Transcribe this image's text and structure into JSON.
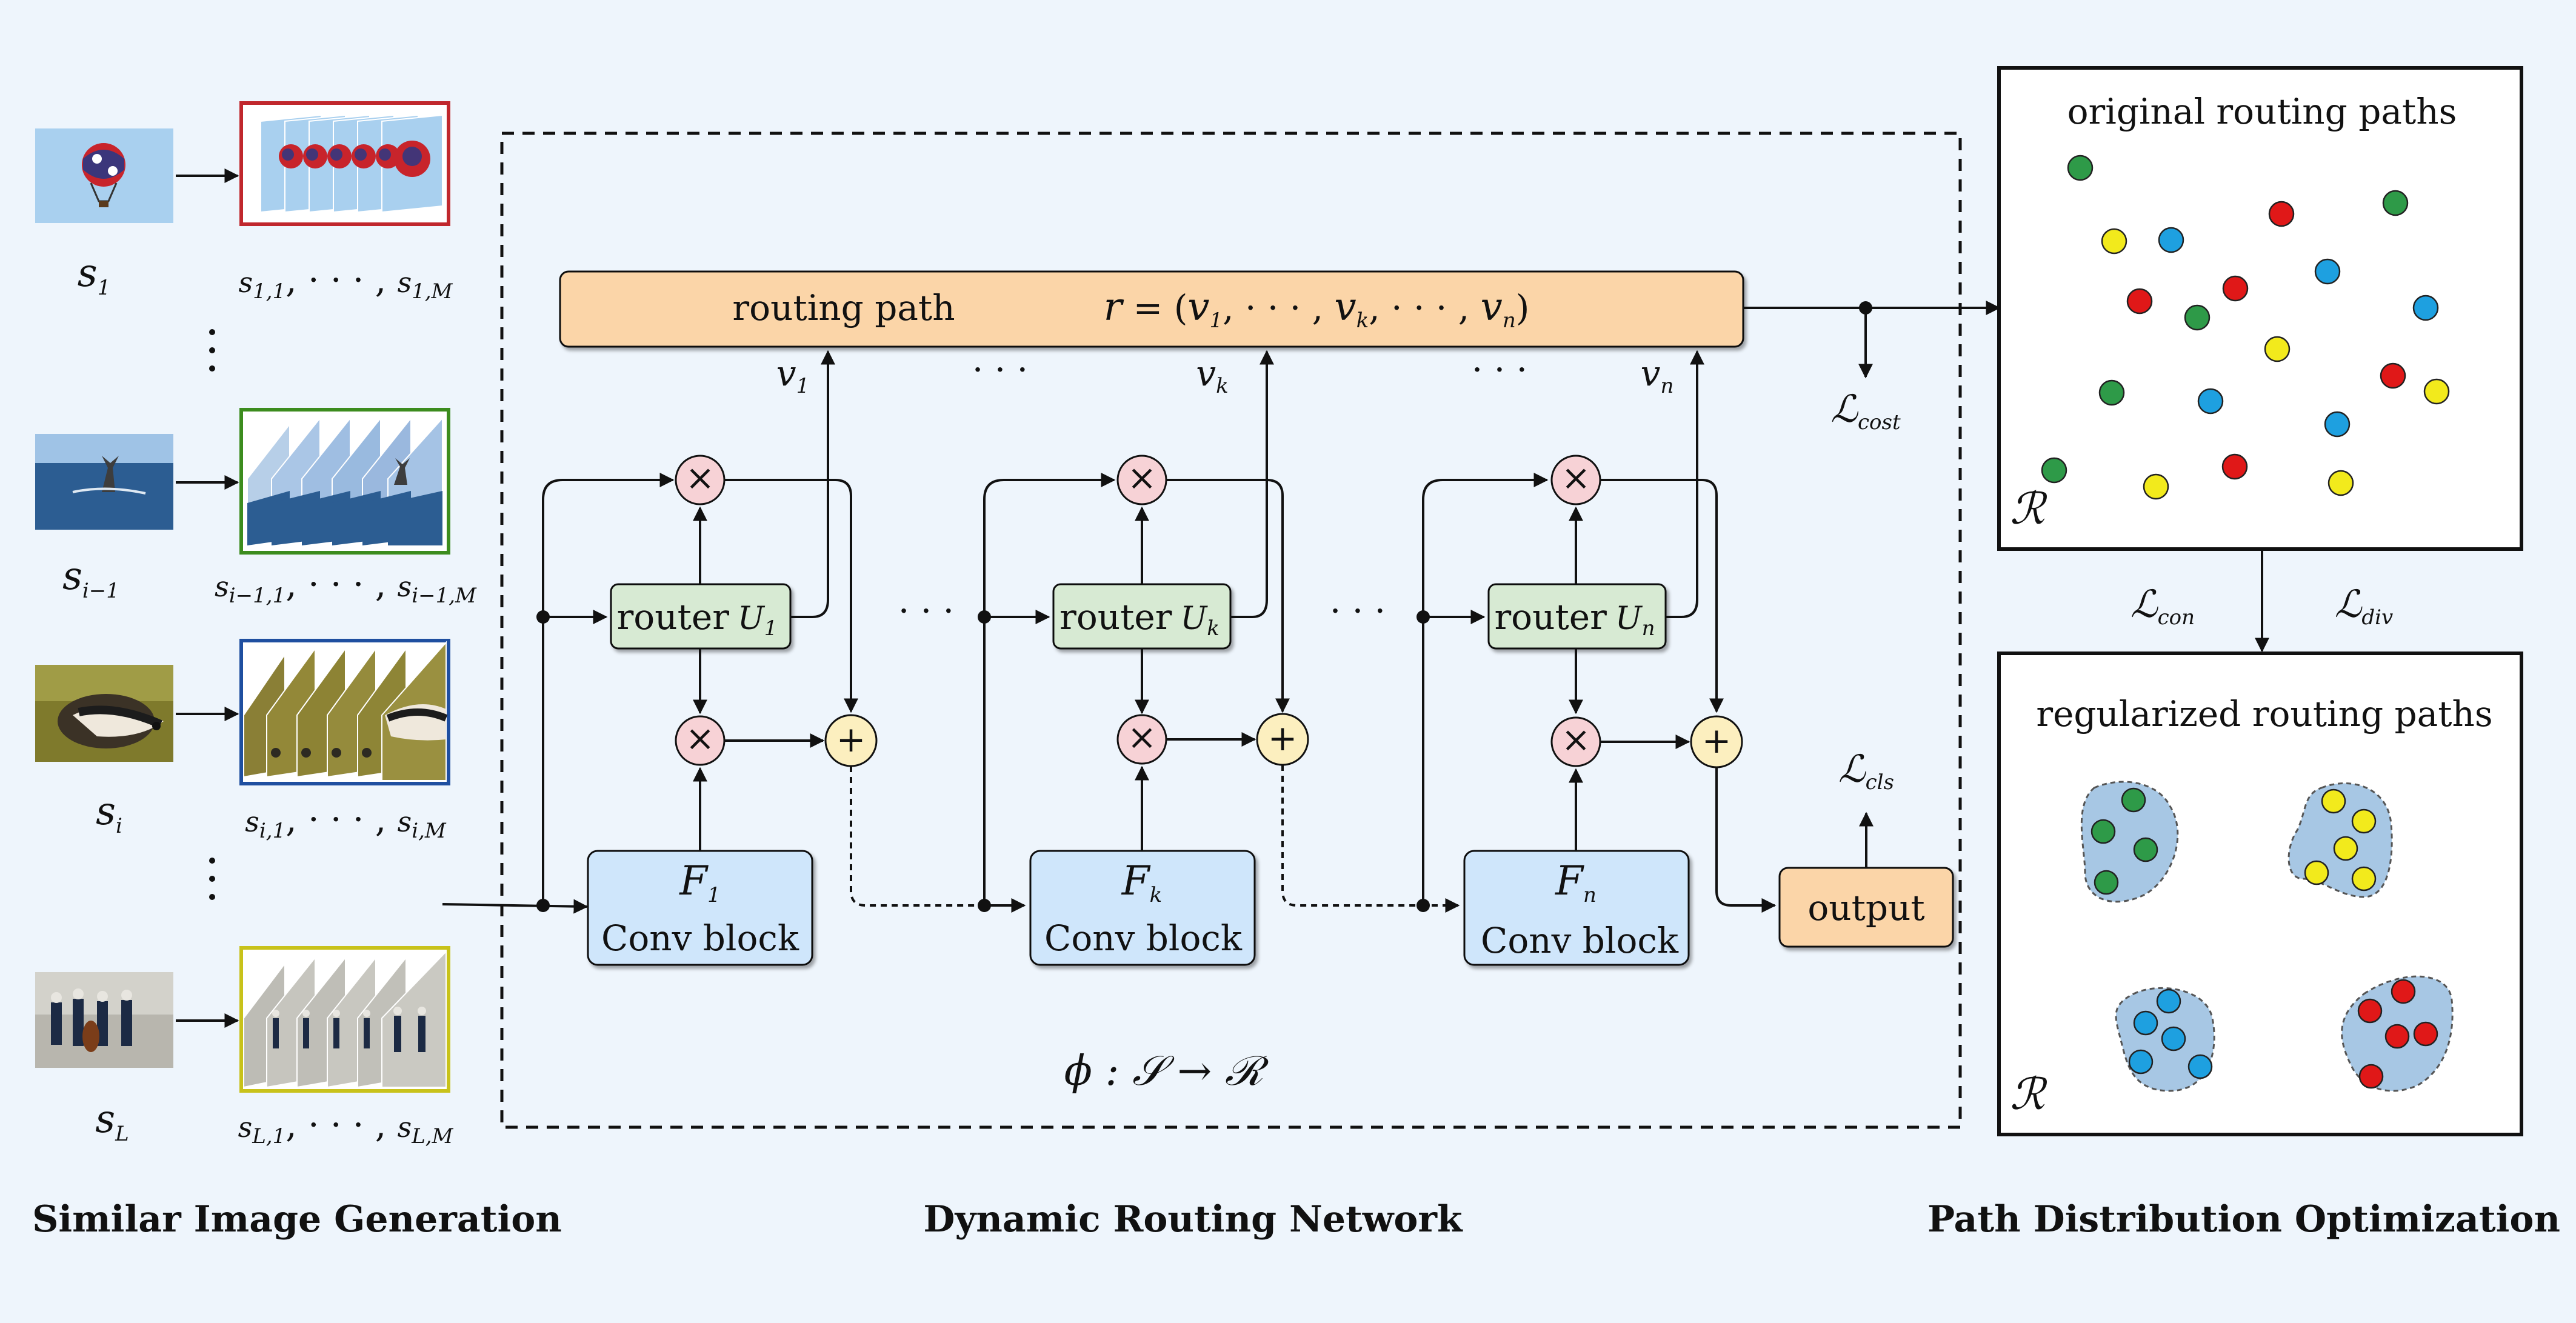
{
  "sections": {
    "left": "Similar Image Generation",
    "middle": "Dynamic Routing Network",
    "right": "Path Distribution Optimization"
  },
  "inputs": [
    {
      "name": "s",
      "sub": "1",
      "aug": "s1,1, · · · , s1,M",
      "aug_main": "s",
      "aug_sub": "1,1",
      "aug_mid": ", · · · , ",
      "aug_sub2": "1,M",
      "frame_color": "#c0272d",
      "photo": "hot-air-balloon"
    },
    {
      "name": "s",
      "sub": "i−1",
      "aug_main": "s",
      "aug_sub": "i−1,1",
      "aug_mid": ", · · · , ",
      "aug_sub2": "i−1,M",
      "frame_color": "#3c8c1e",
      "photo": "whale-tail-ocean"
    },
    {
      "name": "s",
      "sub": "i",
      "aug_main": "s",
      "aug_sub": "i,1",
      "aug_mid": ", · · · , ",
      "aug_sub2": "i,M",
      "frame_color": "#1f4fa0",
      "photo": "badger"
    },
    {
      "name": "s",
      "sub": "L",
      "aug_main": "s",
      "aug_sub": "L,1",
      "aug_mid": ", · · · , ",
      "aug_sub2": "L,M",
      "frame_color": "#c8c21a",
      "photo": "street-musicians"
    }
  ],
  "network": {
    "routing_path_label": "routing path",
    "routing_formula": "r = (v1, · · · , vk, · · · , vn)",
    "formula": {
      "r": "r",
      "eq": " = (",
      "v": "v",
      "s1": "1",
      "mid": ", · · · , ",
      "sk": "k",
      "sn": "n",
      "close": ")"
    },
    "blocks": [
      {
        "F": "F",
        "sub": "1",
        "conv": "Conv block",
        "router": "router",
        "U": "U",
        "usub": "1",
        "v": "v",
        "vsub": "1"
      },
      {
        "F": "F",
        "sub": "k",
        "conv": "Conv block",
        "router": "router",
        "U": "U",
        "usub": "k",
        "v": "v",
        "vsub": "k"
      },
      {
        "F": "F",
        "sub": "n",
        "conv": "Conv block",
        "router": "router",
        "U": "U",
        "usub": "n",
        "v": "v",
        "vsub": "n"
      }
    ],
    "output_label": "output",
    "mapping": "ϕ : 𝒮 → ℛ",
    "ellipsis": "· · ·",
    "multiply": "×",
    "add": "+"
  },
  "losses": {
    "cost": {
      "L": "ℒ",
      "sub": "cost"
    },
    "cls": {
      "L": "ℒ",
      "sub": "cls"
    },
    "con": {
      "L": "ℒ",
      "sub": "con"
    },
    "div": {
      "L": "ℒ",
      "sub": "div"
    }
  },
  "paths": {
    "original_title": "original routing paths",
    "regularized_title": "regularized routing paths",
    "space_symbol": "ℛ",
    "colors": {
      "green": "#2e9a48",
      "yellow": "#f2ea1c",
      "blue": "#1ea0e0",
      "red": "#e01818",
      "cluster_fill": "#a7c7e4"
    }
  },
  "colors": {
    "background": "#eef5fc",
    "routing_bar": "#fbd5a8",
    "router": "#d7ead3",
    "conv": "#cfe6fb",
    "output": "#fbd5a8",
    "mult_node": "#f7d2d6",
    "add_node": "#fcefbf"
  }
}
